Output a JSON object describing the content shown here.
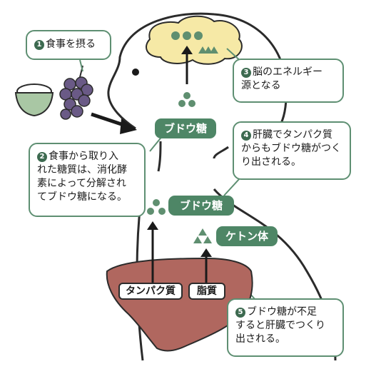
{
  "callouts": {
    "c1": {
      "num": "1",
      "text": "食事を摂る"
    },
    "c2": {
      "num": "2",
      "line1": "食事から取り入",
      "line2": "れた糖質は、消化酵",
      "line3": "素によって分解され",
      "line4": "てブドウ糖になる。"
    },
    "c3": {
      "num": "3",
      "line1": "脳のエネルギー",
      "line2": "源となる"
    },
    "c4": {
      "num": "4",
      "line1": "肝臓でタンパク質",
      "line2": "からもブドウ糖がつく",
      "line3": "り出される。"
    },
    "c5": {
      "num": "5",
      "line1": "ブドウ糖が不足",
      "line2": "すると肝臓でつくり",
      "line3": "出される。"
    }
  },
  "labels": {
    "glucose_head": "ブドウ糖",
    "glucose_body": "ブドウ糖",
    "ketone": "ケトン体",
    "protein": "タンパク質",
    "fat": "脂質"
  },
  "colors": {
    "accent_green": "#4e8666",
    "dot_green": "#5f8f70",
    "brain_fill": "#f6e9a6",
    "liver_fill": "#b0675f",
    "grape": "#6a5a86"
  }
}
